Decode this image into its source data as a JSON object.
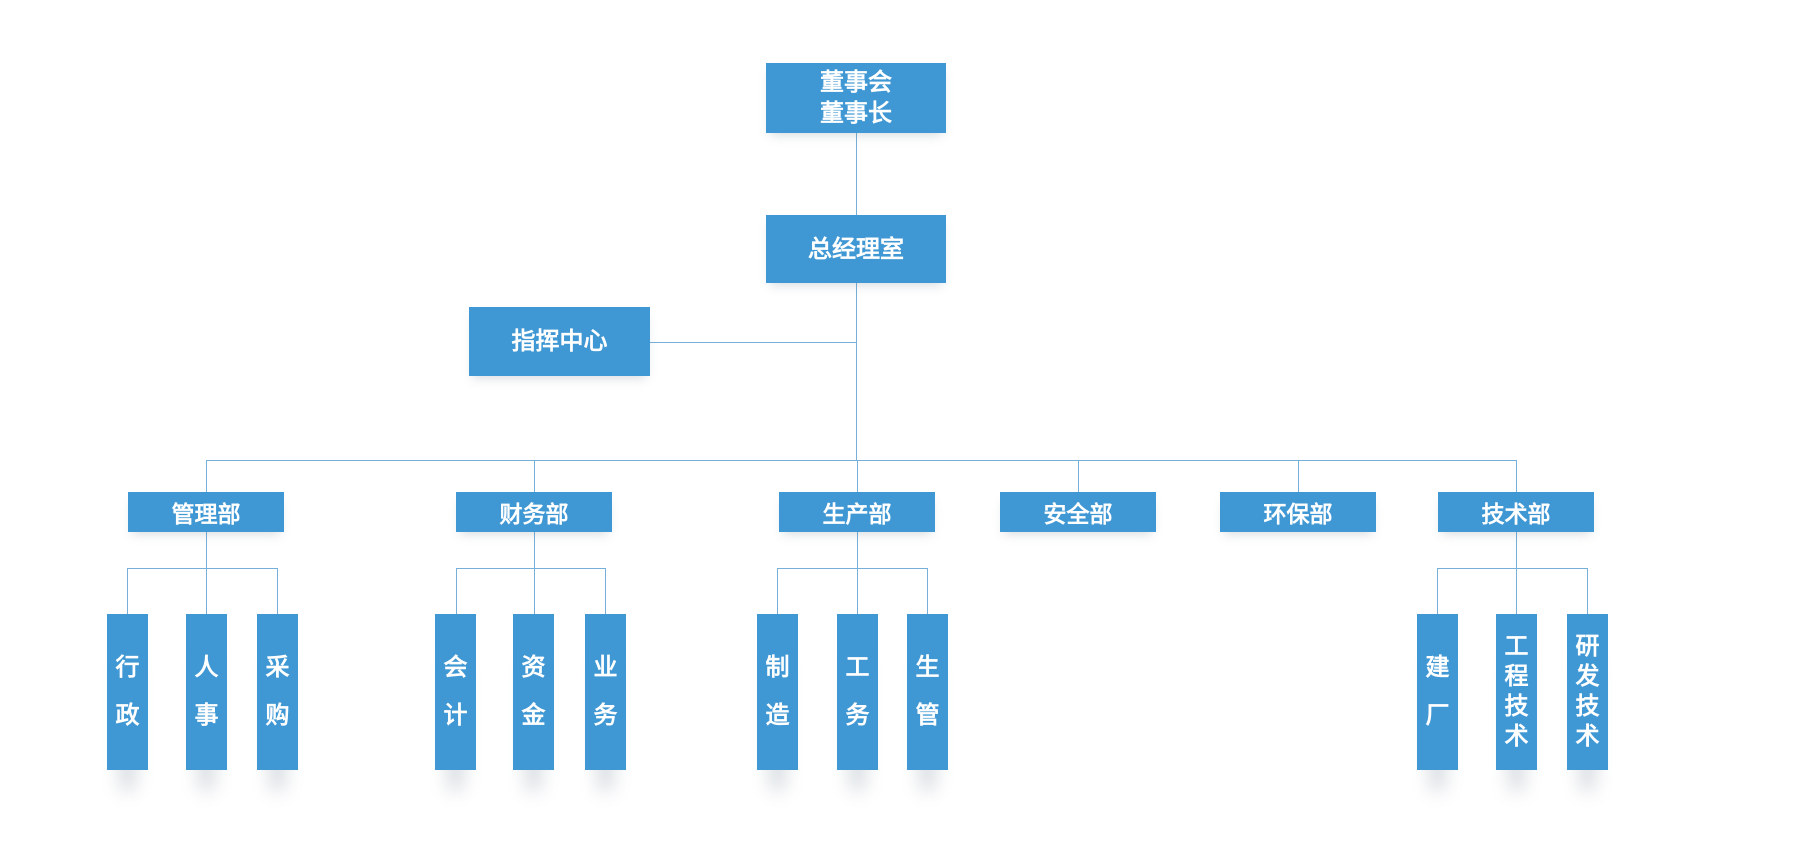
{
  "colors": {
    "node_fill": "#3F97D3",
    "node_text": "#FFFFFF",
    "connector": "#76AFD8",
    "background": "#FFFFFF"
  },
  "chart": {
    "type": "org-chart",
    "board": {
      "line1": "董事会",
      "line2": "董事长"
    },
    "gm_office": "总经理室",
    "command_center": "指挥中心",
    "departments": [
      "管理部",
      "财务部",
      "生产部",
      "安全部",
      "环保部",
      "技术部"
    ],
    "teams": {
      "management": [
        "行政",
        "人事",
        "采购"
      ],
      "finance": [
        "会计",
        "资金",
        "业务"
      ],
      "production": [
        "制造",
        "工务",
        "生管"
      ],
      "technology": [
        "建厂",
        "工程技术",
        "研发技术"
      ]
    }
  }
}
